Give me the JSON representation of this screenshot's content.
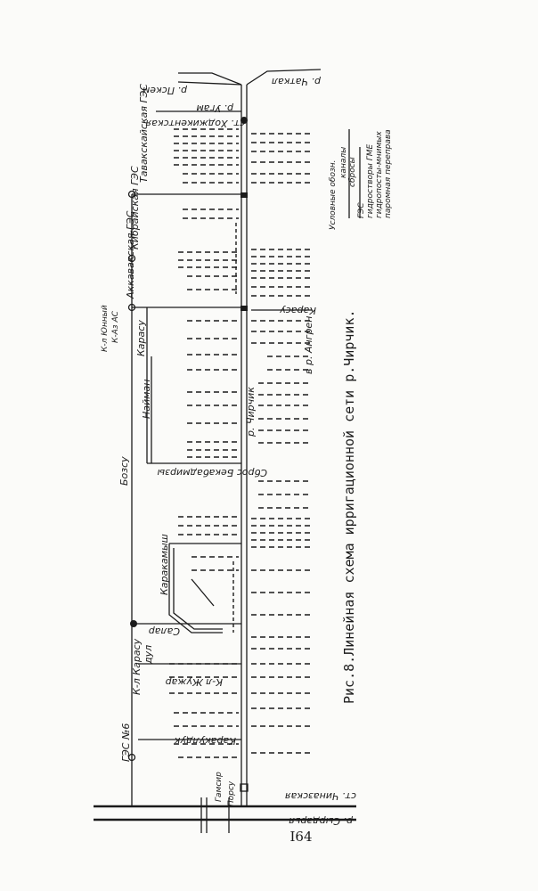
{
  "caption": "Рис.8.Линейная схема ирригационной сети р.Чирчик.",
  "page_number": "I64",
  "rivers": {
    "top_left": "р. Пскем",
    "top_right": "р. Чаткал",
    "bottom_right": "р. Сырдарья",
    "main": "р. Чирчик"
  },
  "labels": {
    "ugam": "р. Угам",
    "khodzhikent": "ст. Ходжикентская",
    "tavaksai": "Тавакскайская ГЭС",
    "kibray": "Кибрайская ГЭС",
    "akkavak": "Аккавакская ГЭС",
    "kanal_yuniy": "К-л Юнный",
    "k_azas": "К-Аз АС",
    "bozsu": "Бозсу",
    "karasu_upper": "Карасу",
    "naiman": "Найман",
    "sbros": "Сброс Бекабадмирзы",
    "v_r_angren": "в р. Ангрен",
    "karasu_right": "Карасу",
    "salar": "Салар",
    "karakamysh": "Каракамыш",
    "k_karasu": "К-л Карасу",
    "dulat": "дул",
    "k_zhuzhar": "К-л Жужар",
    "karakulduk": "Каракулдук",
    "ges6": "ГЭС №6",
    "chinazskaya": "ст. Чиназская",
    "gamsir": "Гамсир",
    "porsu": "Порсу"
  },
  "legend": {
    "items": [
      "Условные обозн.",
      "каналы",
      "сбросы",
      "ГЭС",
      "гидростворы ГМЕ",
      "гидропосты-мнимых",
      "паромная переправа"
    ]
  }
}
